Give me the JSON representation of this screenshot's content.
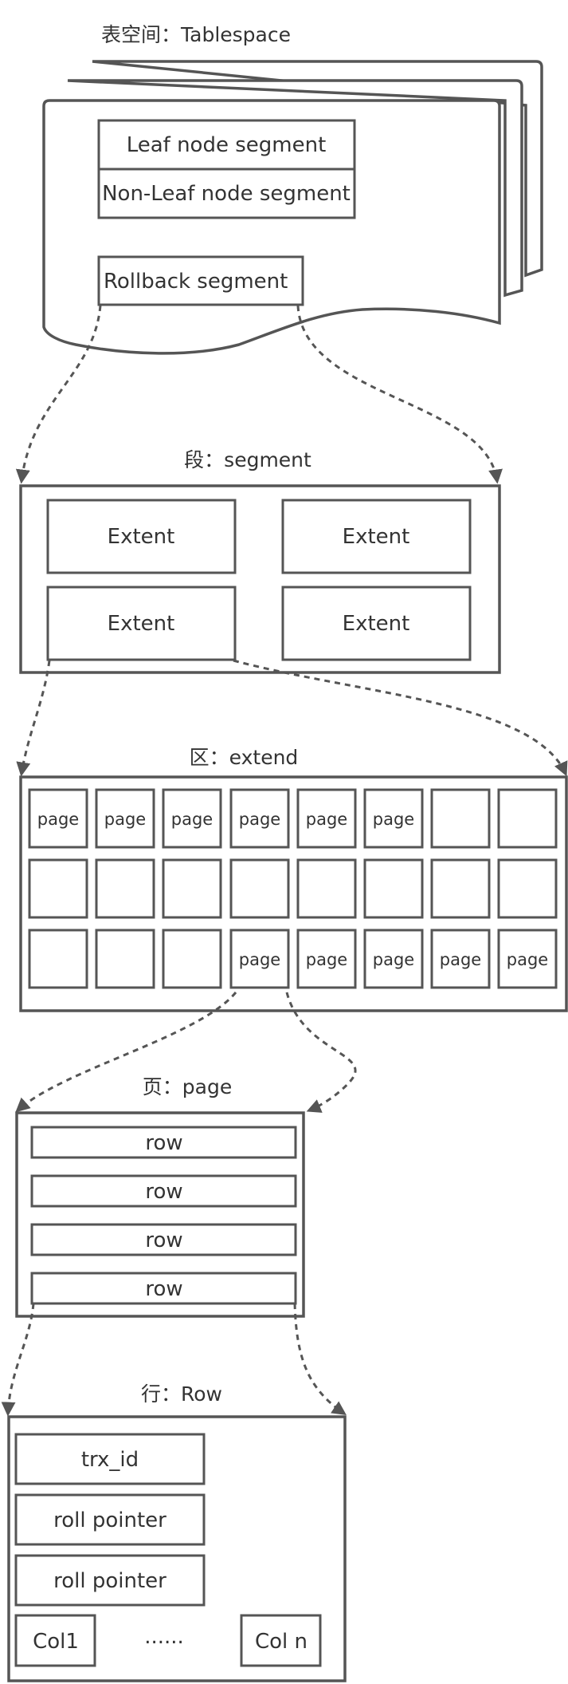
{
  "tablespace": {
    "title": "表空间：Tablespace",
    "segments": [
      "Leaf node segment",
      "Non-Leaf node segment",
      "Rollback segment"
    ]
  },
  "segment": {
    "title": "段：segment",
    "extents": [
      "Extent",
      "Extent",
      "Extent",
      "Extent"
    ]
  },
  "extend": {
    "title": "区：extend",
    "rows": [
      [
        "page",
        "page",
        "page",
        "page",
        "page",
        "page",
        "",
        ""
      ],
      [
        "",
        "",
        "",
        "",
        "",
        "",
        "",
        ""
      ],
      [
        "",
        "",
        "",
        "page",
        "page",
        "page",
        "page",
        "page"
      ]
    ]
  },
  "page": {
    "title": "页：page",
    "rows": [
      "row",
      "row",
      "row",
      "row"
    ]
  },
  "row": {
    "title": "行：Row",
    "fields": [
      "trx_id",
      "roll pointer",
      "roll pointer"
    ],
    "cols": [
      "Col1",
      "......",
      "Col n"
    ]
  },
  "colors": {
    "stroke": "#555555",
    "text": "#333333",
    "background": "#ffffff"
  }
}
